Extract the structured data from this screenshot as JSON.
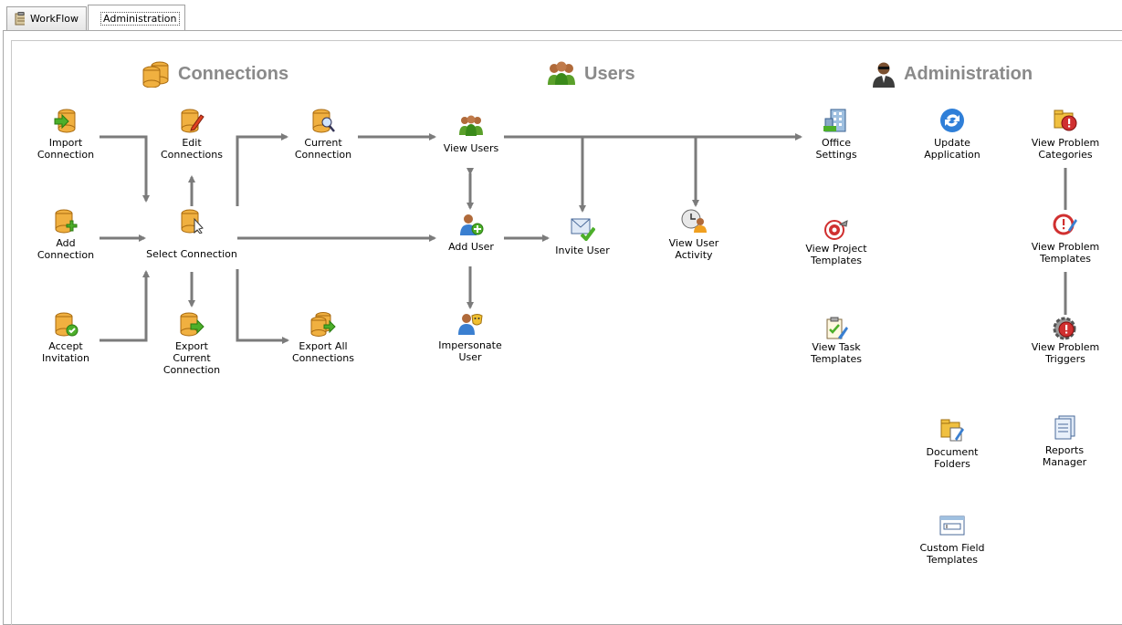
{
  "tabs": [
    {
      "label": "WorkFlow",
      "icon": "clipboard-icon"
    },
    {
      "label": "Administration",
      "icon": "admin-user-icon",
      "active": true
    }
  ],
  "sections": {
    "connections": "Connections",
    "users": "Users",
    "administration": "Administration"
  },
  "nodes": {
    "import_connection": "Import\nConnection",
    "add_connection": "Add\nConnection",
    "accept_invitation": "Accept\nInvitation",
    "edit_connections": "Edit\nConnections",
    "select_connection": "Select Connection",
    "export_current_connection": "Export\nCurrent\nConnection",
    "current_connection": "Current\nConnection",
    "export_all_connections": "Export All\nConnections",
    "view_users": "View Users",
    "add_user": "Add User",
    "impersonate_user": "Impersonate\nUser",
    "invite_user": "Invite User",
    "view_user_activity": "View User\nActivity",
    "office_settings": "Office\nSettings",
    "view_project_templates": "View Project\nTemplates",
    "view_task_templates": "View Task\nTemplates",
    "update_application": "Update\nApplication",
    "view_problem_categories": "View Problem\nCategories",
    "view_problem_templates": "View Problem\nTemplates",
    "view_problem_triggers": "View Problem\nTriggers",
    "document_folders": "Document\nFolders",
    "reports_manager": "Reports\nManager",
    "custom_field_templates": "Custom Field\nTemplates"
  },
  "colors": {
    "arrow": "#7b7b7b",
    "title": "#8a8a8a",
    "database": "#e8a030",
    "accent_green": "#4caf2a",
    "accent_blue": "#3a7fd0",
    "accent_red": "#d03030"
  }
}
